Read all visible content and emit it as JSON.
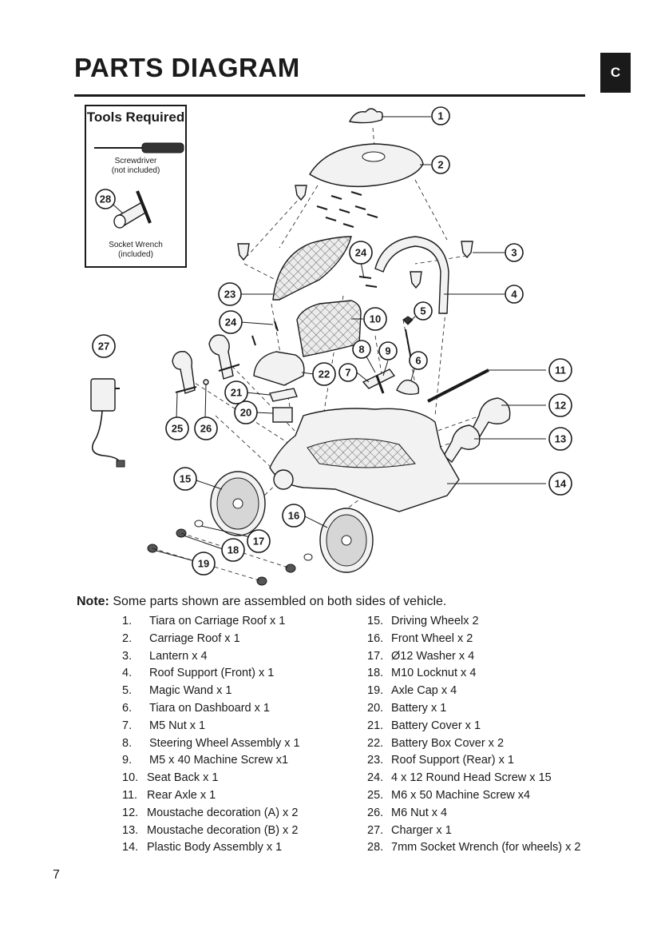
{
  "page": {
    "title": "PARTS DIAGRAM",
    "tab_letter": "C",
    "page_number": "7"
  },
  "tools": {
    "title": "Tools Required",
    "screwdriver_line1": "Screwdriver",
    "screwdriver_line2": "(not included)",
    "wrench_line1": "Socket Wrench",
    "wrench_line2": "(included)"
  },
  "callouts": [
    "1",
    "2",
    "3",
    "4",
    "5",
    "6",
    "7",
    "8",
    "9",
    "10",
    "11",
    "12",
    "13",
    "14",
    "15",
    "16",
    "17",
    "18",
    "19",
    "20",
    "21",
    "22",
    "23",
    "24",
    "25",
    "26",
    "27",
    "28"
  ],
  "note": {
    "label": "Note:",
    "text": " Some parts shown are assembled on both sides of vehicle."
  },
  "parts_left": [
    {
      "num": "1.",
      "name": "Tiara on Carriage Roof x 1"
    },
    {
      "num": "2.",
      "name": "Carriage Roof x 1"
    },
    {
      "num": "3.",
      "name": "Lantern x 4"
    },
    {
      "num": "4.",
      "name": "Roof Support (Front) x 1"
    },
    {
      "num": "5.",
      "name": "Magic Wand x 1"
    },
    {
      "num": "6.",
      "name": "Tiara on Dashboard x 1"
    },
    {
      "num": "7.",
      "name": "M5 Nut x 1"
    },
    {
      "num": "8.",
      "name": "Steering Wheel Assembly  x 1"
    },
    {
      "num": "9.",
      "name": "M5 x 40 Machine Screw x1"
    },
    {
      "num": "10.",
      "name": "Seat Back x 1"
    },
    {
      "num": "11.",
      "name": "Rear Axle  x 1"
    },
    {
      "num": "12.",
      "name": "Moustache decoration (A) x 2"
    },
    {
      "num": "13.",
      "name": "Moustache decoration (B)  x 2"
    },
    {
      "num": "14.",
      "name": "Plastic Body Assembly  x 1"
    }
  ],
  "parts_right": [
    {
      "num": "15.",
      "name": "Driving Wheelx 2"
    },
    {
      "num": "16.",
      "name": "Front Wheel x 2"
    },
    {
      "num": "17.",
      "name": "Ø12 Washer x 4"
    },
    {
      "num": "18.",
      "name": "M10 Locknut x 4"
    },
    {
      "num": "19.",
      "name": "Axle Cap x 4"
    },
    {
      "num": "20.",
      "name": "Battery x 1"
    },
    {
      "num": "21.",
      "name": "Battery Cover x 1"
    },
    {
      "num": "22.",
      "name": "Battery Box Cover x 2"
    },
    {
      "num": "23.",
      "name": "Roof Support (Rear) x 1"
    },
    {
      "num": "24.",
      "name": "4 x 12 Round Head Screw x 15"
    },
    {
      "num": "25.",
      "name": "M6 x 50 Machine Screw x4"
    },
    {
      "num": "26.",
      "name": "M6 Nut  x 4"
    },
    {
      "num": "27.",
      "name": "Charger x 1"
    },
    {
      "num": "28.",
      "name": "7mm Socket Wrench (for wheels) x 2"
    }
  ]
}
